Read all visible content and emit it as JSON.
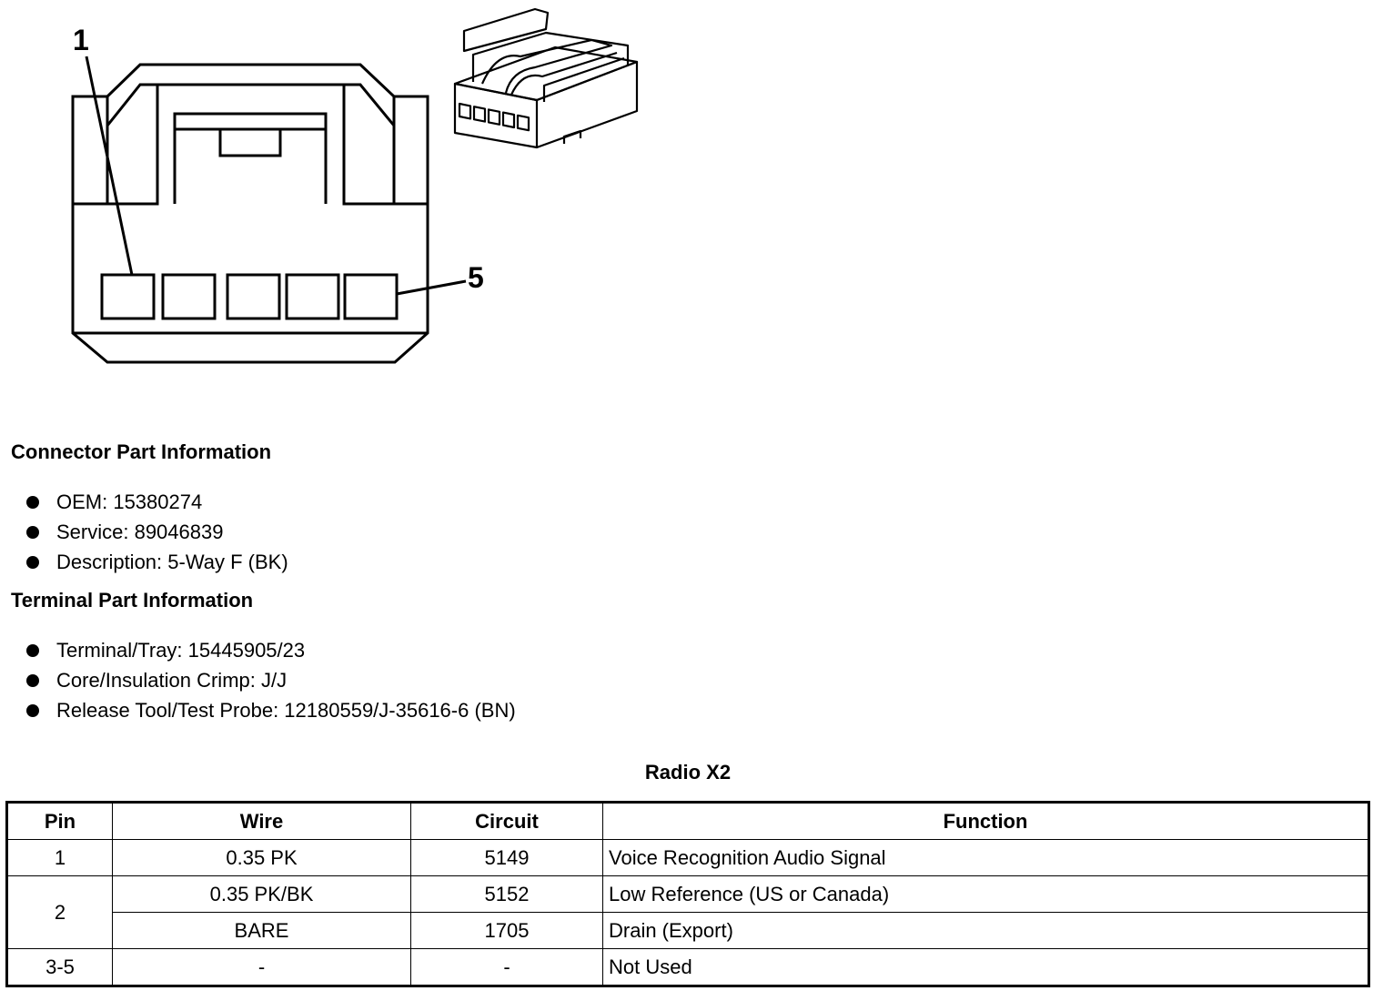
{
  "diagram": {
    "pin_label_first": "1",
    "pin_label_last": "5",
    "cavity_count": 5
  },
  "connector_info": {
    "heading": "Connector Part Information",
    "items": [
      "OEM: 15380274",
      "Service: 89046839",
      "Description: 5-Way F (BK)"
    ]
  },
  "terminal_info": {
    "heading": "Terminal Part Information",
    "items": [
      "Terminal/Tray: 15445905/23",
      "Core/Insulation Crimp: J/J",
      "Release Tool/Test Probe: 12180559/J-35616-6 (BN)"
    ]
  },
  "table": {
    "title": "Radio X2",
    "headers": {
      "pin": "Pin",
      "wire": "Wire",
      "circuit": "Circuit",
      "function": "Function"
    },
    "rows": [
      {
        "pin": "1",
        "wire": "0.35 PK",
        "circuit": "5149",
        "function": "Voice Recognition Audio Signal"
      },
      {
        "pin": "2",
        "wire": "0.35 PK/BK",
        "circuit": "5152",
        "function": "Low Reference (US or Canada)"
      },
      {
        "pin": "",
        "wire": "BARE",
        "circuit": "1705",
        "function": "Drain (Export)"
      },
      {
        "pin": "3-5",
        "wire": "-",
        "circuit": "-",
        "function": "Not Used"
      }
    ]
  }
}
